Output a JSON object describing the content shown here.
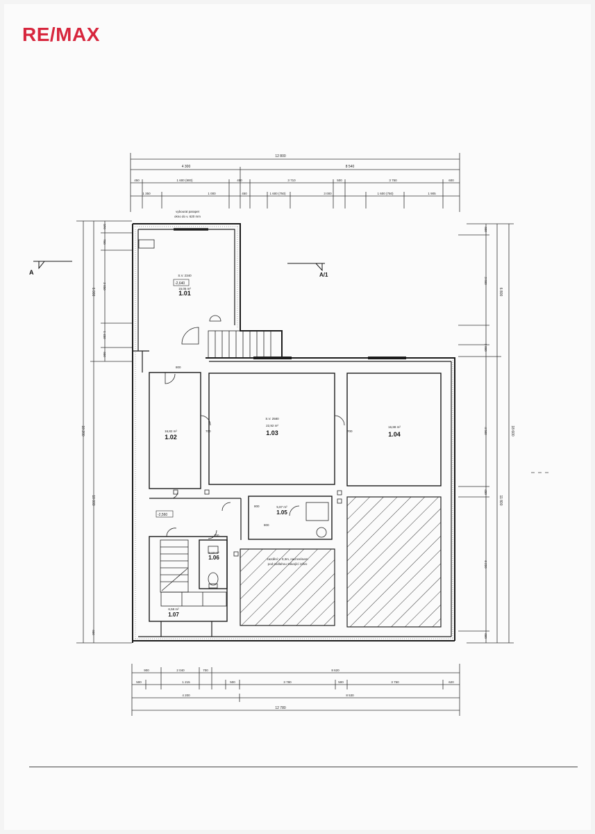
{
  "brand": {
    "logo_text": "RE/MAX",
    "color": "#d7263d"
  },
  "rooms": [
    {
      "id": "room-101",
      "label": "1.01",
      "area": "15,05 m²",
      "height": "S.V. 2340"
    },
    {
      "id": "room-102",
      "label": "1.02",
      "area": "16,82 m²"
    },
    {
      "id": "room-103",
      "label": "1.03",
      "area": "22,92 m²",
      "height": "S.V. 2580"
    },
    {
      "id": "room-104",
      "label": "1.04",
      "area": "16,88 m²"
    },
    {
      "id": "room-105",
      "label": "1.05",
      "area": "5,87 m²"
    },
    {
      "id": "room-106",
      "label": "1.06",
      "area": "2,13 m²"
    },
    {
      "id": "room-107",
      "label": "1.07",
      "area": "6,58 m²"
    }
  ],
  "section_marks": {
    "a": "A",
    "a1": "A/1"
  },
  "levels": {
    "l1": "-2,640",
    "l2": "-2,560"
  },
  "notes": {
    "top_note_1": "vybourat parapet",
    "top_note_2": "okno do v. 620 mm",
    "hatched_note_1": "zazdění v. 0,3m, nad terénem",
    "hatched_note_2": "pod podlahou stávající zdivo"
  },
  "dims_top": {
    "total": "12 800",
    "row2": [
      "4 300",
      "8 540"
    ],
    "row3": [
      "450",
      "1 600 (900)",
      "450",
      "3 710",
      "500",
      "3 750",
      "600"
    ],
    "row4": [
      "1 350",
      "1 000",
      "450",
      "1 600 (750)",
      "3 000",
      "1 600 (750)",
      "1 905"
    ]
  },
  "dims_bottom": {
    "row1": [
      "900",
      "2 040",
      "700",
      "8 620"
    ],
    "row2": [
      "500",
      "1 215",
      "500",
      "3 780",
      "500",
      "3 750",
      "620"
    ],
    "row3": [
      "4 200",
      "8 530"
    ],
    "total": "12 780"
  },
  "dims_left": {
    "total": "18 200",
    "upper": "6 000",
    "lower": "10 000",
    "parts": [
      "570",
      "700",
      "2 850",
      "1 450",
      "600",
      "600"
    ]
  },
  "dims_right": {
    "total": "18 600",
    "upper": "6 800",
    "lower": "11 800",
    "parts": [
      "600",
      "3 800",
      "1 000",
      "4 500",
      "450",
      "6 220",
      "600"
    ]
  },
  "door_labels": [
    "800",
    "700",
    "700",
    "800",
    "700",
    "800"
  ],
  "colors": {
    "ink": "#1a1a1a",
    "paper": "#fbfbfb",
    "hatch": "#333333"
  }
}
